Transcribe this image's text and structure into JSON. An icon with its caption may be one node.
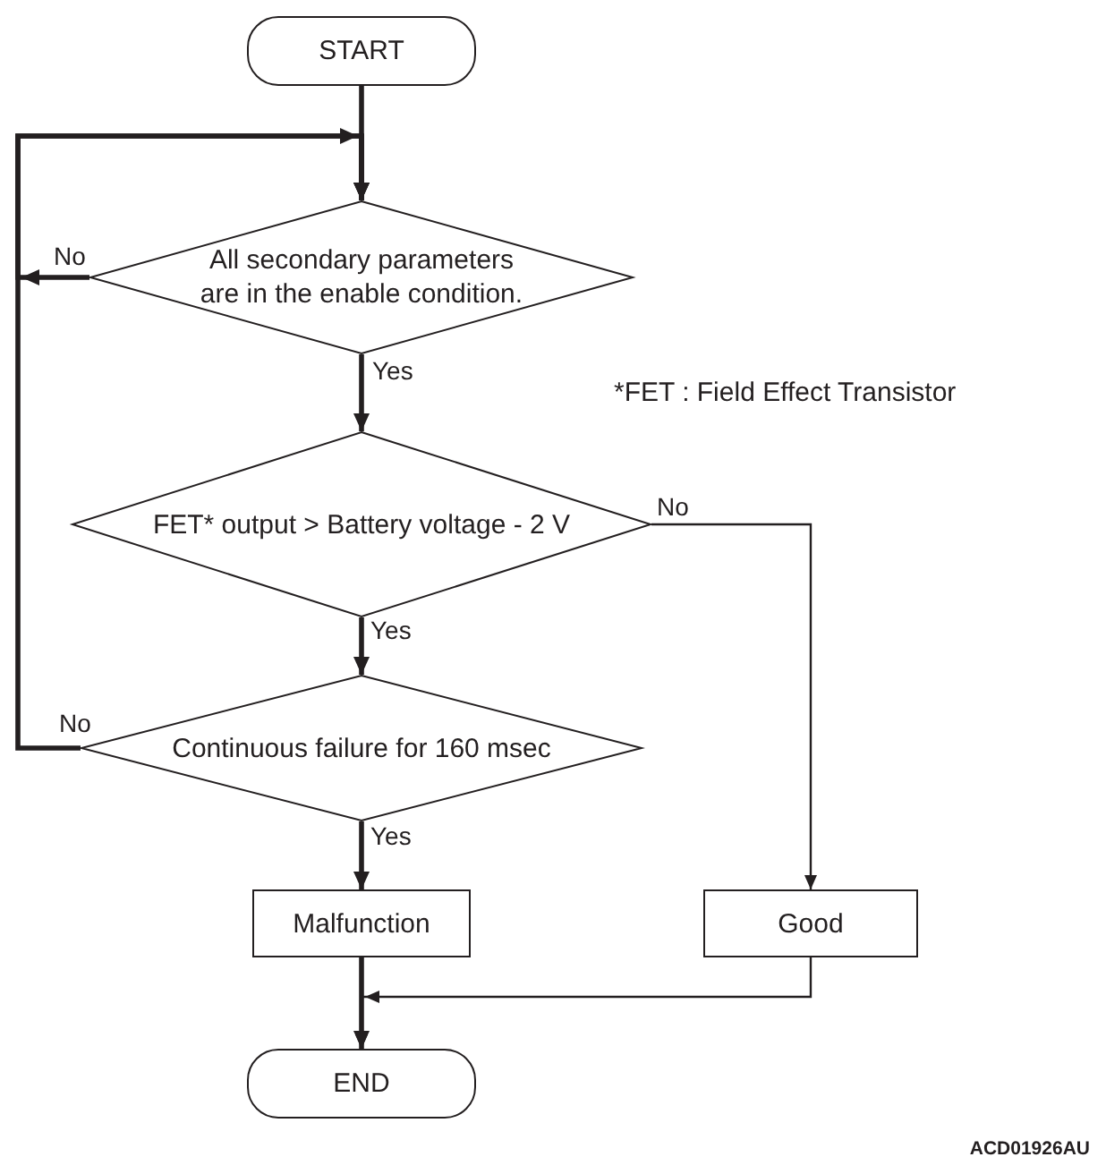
{
  "diagram": {
    "nodes": [
      {
        "text": [
          "START"
        ]
      },
      {
        "text": [
          "All secondary parameters are in the enable condition."
        ]
      },
      {
        "text": [
          "FET* output > Battery voltage - 2 V"
        ]
      },
      {
        "text": [
          "Continuous failure for 160 msec"
        ]
      },
      {
        "text": [
          "Malfunction"
        ]
      },
      {
        "text": [
          "Good"
        ]
      },
      {
        "text": [
          "END"
        ]
      }
    ],
    "edges": [
      {
        "from": 0,
        "to": 1,
        "arrow": "to"
      },
      {
        "from": 1,
        "to": 1,
        "arrow": "to",
        "label": "No"
      },
      {
        "from": 3,
        "to": 1,
        "arrow": "to",
        "label": "No"
      },
      {
        "from": 1,
        "to": 2,
        "arrow": "to",
        "label": "Yes"
      },
      {
        "from": 2,
        "to": 3,
        "arrow": "to",
        "label": "Yes"
      },
      {
        "from": 2,
        "to": 5,
        "arrow": "to",
        "label": "No"
      },
      {
        "from": 3,
        "to": 4,
        "arrow": "to",
        "label": "Yes"
      },
      {
        "from": 4,
        "to": 6,
        "arrow": "to"
      },
      {
        "from": 5,
        "to": 6,
        "arrow": "to"
      }
    ],
    "labels": [
      "*FET : Field Effect Transistor",
      "ACD01926AU"
    ]
  }
}
